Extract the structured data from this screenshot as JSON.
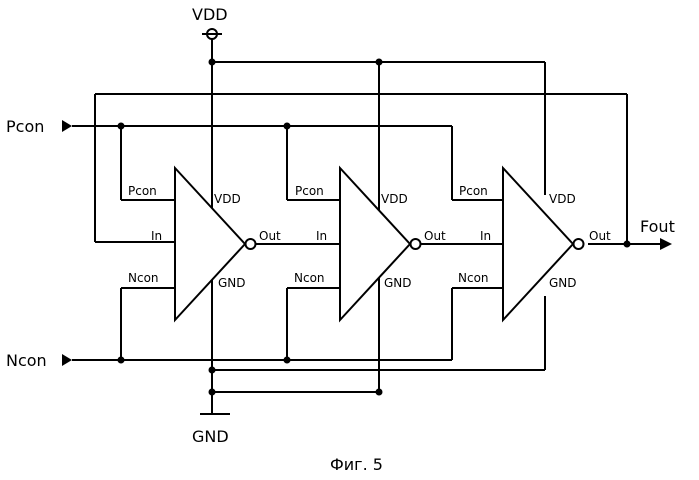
{
  "diagram": {
    "supply_label": "VDD",
    "ground_label": "GND",
    "input_p_label": "Pcon",
    "input_n_label": "Ncon",
    "output_label": "Fout",
    "caption": "Фиг. 5"
  },
  "stages": [
    {
      "pin_pcon": "Pcon",
      "pin_vdd": "VDD",
      "pin_in": "In",
      "pin_out": "Out",
      "pin_ncon": "Ncon",
      "pin_gnd": "GND"
    },
    {
      "pin_pcon": "Pcon",
      "pin_vdd": "VDD",
      "pin_in": "In",
      "pin_out": "Out",
      "pin_ncon": "Ncon",
      "pin_gnd": "GND"
    },
    {
      "pin_pcon": "Pcon",
      "pin_vdd": "VDD",
      "pin_in": "In",
      "pin_out": "Out",
      "pin_ncon": "Ncon",
      "pin_gnd": "GND"
    }
  ]
}
